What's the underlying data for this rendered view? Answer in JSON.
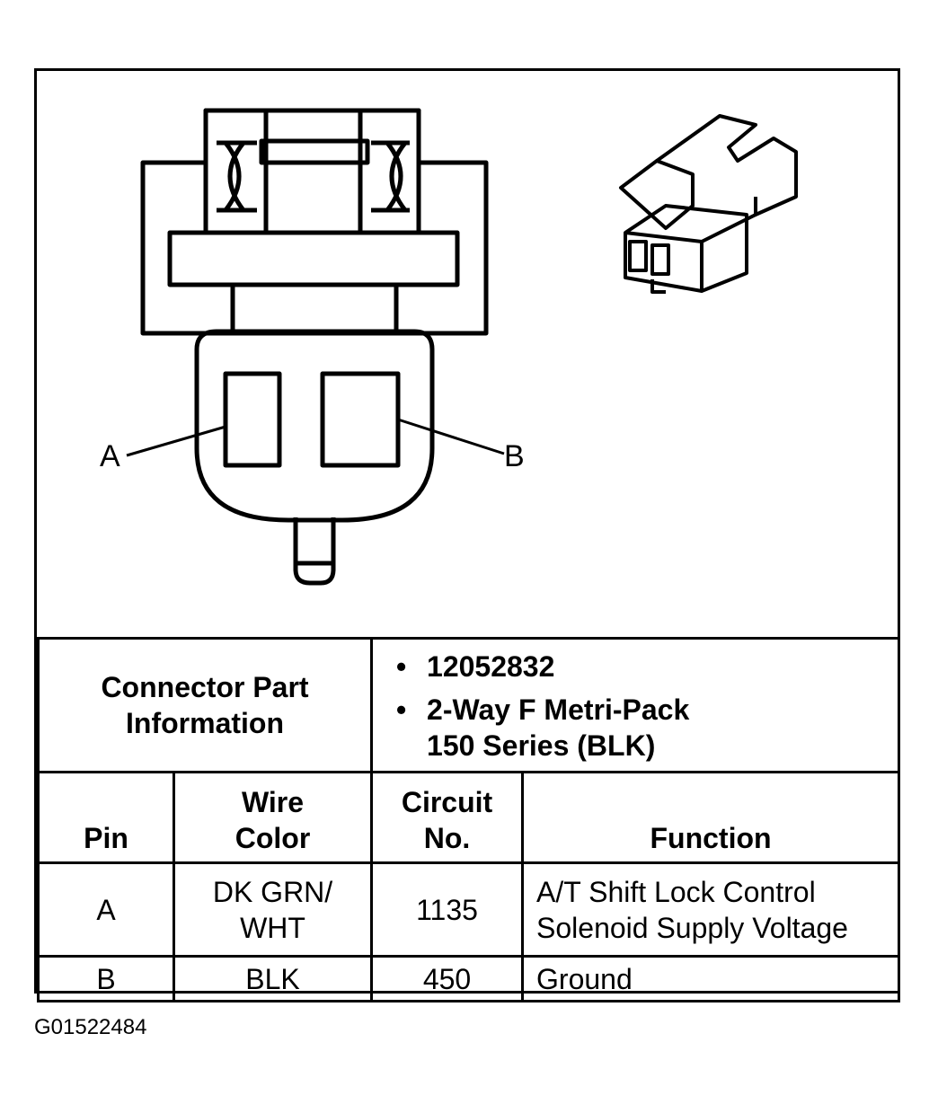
{
  "callouts": {
    "pin_a": "A",
    "pin_b": "B"
  },
  "connector_info": {
    "label_line1": "Connector Part",
    "label_line2": "Information",
    "items": [
      "12052832",
      "2-Way F Metri-Pack",
      "150 Series (BLK)"
    ]
  },
  "table": {
    "headers": {
      "pin": "Pin",
      "wire_color_1": "Wire",
      "wire_color_2": "Color",
      "circuit_1": "Circuit",
      "circuit_2": "No.",
      "function": "Function"
    },
    "rows": [
      {
        "pin": "A",
        "wire1": "DK GRN/",
        "wire2": "WHT",
        "circuit": "1135",
        "func1": "A/T Shift Lock Control",
        "func2": "Solenoid Supply Voltage"
      },
      {
        "pin": "B",
        "wire1": "BLK",
        "wire2": "",
        "circuit": "450",
        "func1": "Ground",
        "func2": ""
      }
    ]
  },
  "figure_code": "G01522484"
}
